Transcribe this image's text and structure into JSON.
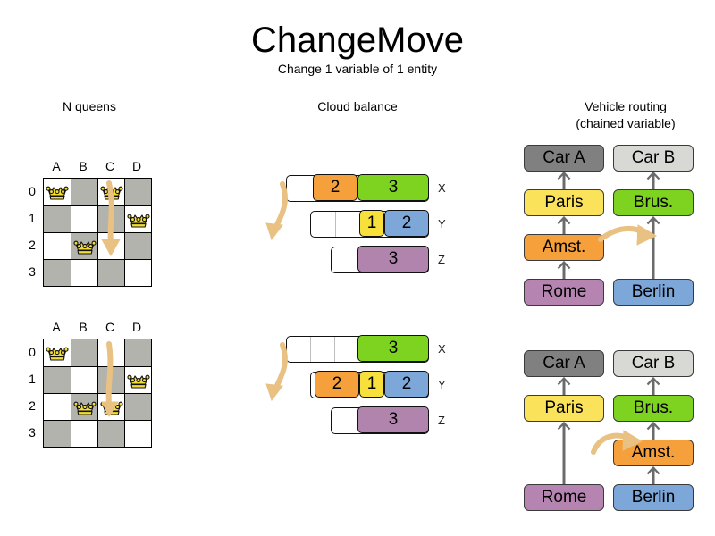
{
  "header": {
    "title": "ChangeMove",
    "subtitle": "Change 1 variable of 1 entity"
  },
  "columns": {
    "queens": "N queens",
    "cloud": "Cloud balance",
    "vehicle_line1": "Vehicle routing",
    "vehicle_line2": "(chained variable)"
  },
  "colors": {
    "orange": "#f6a03c",
    "green": "#7ed321",
    "yellow": "#f7e03c",
    "blue": "#7da7d9",
    "purple": "#b084ad",
    "paris_yellow": "#fbe25b",
    "rome_purple": "#b584b0",
    "car_a_gray": "#808080",
    "car_b_gray": "#d8d8d4",
    "board_gray": "#b3b3ad",
    "arrow": "#e8c183",
    "arrow_dark": "#cf9d44",
    "link_gray": "#6b6b6b"
  },
  "queens": {
    "files": [
      "A",
      "B",
      "C",
      "D"
    ],
    "ranks": [
      "0",
      "1",
      "2",
      "3"
    ],
    "before": {
      "positions": [
        {
          "file": 0,
          "rank": 0
        },
        {
          "file": 2,
          "rank": 0
        },
        {
          "file": 3,
          "rank": 1
        },
        {
          "file": 1,
          "rank": 2
        }
      ]
    },
    "after": {
      "positions": [
        {
          "file": 0,
          "rank": 0
        },
        {
          "file": 3,
          "rank": 1
        },
        {
          "file": 1,
          "rank": 2
        },
        {
          "file": 2,
          "rank": 2
        }
      ]
    },
    "move": {
      "from_file": 2,
      "from_rank": 0,
      "to_file": 2,
      "to_rank": 2
    }
  },
  "cloud": {
    "row_labels": [
      "X",
      "Y",
      "Z"
    ],
    "before": [
      {
        "label": "X",
        "segments": [
          {
            "value": "2",
            "color": "#f6a03c",
            "width": 50
          },
          {
            "value": "3",
            "color": "#7ed321",
            "width": 80
          }
        ],
        "free_width": 30,
        "dividers": []
      },
      {
        "label": "Y",
        "segments": [
          {
            "value": "1",
            "color": "#f7e03c",
            "width": 28
          },
          {
            "value": "2",
            "color": "#7da7d9",
            "width": 50
          }
        ],
        "free_width": 55,
        "dividers": [
          28
        ]
      },
      {
        "label": "Z",
        "segments": [
          {
            "value": "3",
            "color": "#b084ad",
            "width": 80
          }
        ],
        "free_width": 30,
        "dividers": []
      }
    ],
    "after": [
      {
        "label": "X",
        "segments": [
          {
            "value": "3",
            "color": "#7ed321",
            "width": 80
          }
        ],
        "free_width": 80,
        "dividers": [
          27,
          54
        ]
      },
      {
        "label": "Y",
        "segments": [
          {
            "value": "2",
            "color": "#f6a03c",
            "width": 50
          },
          {
            "value": "1",
            "color": "#f7e03c",
            "width": 28
          },
          {
            "value": "2",
            "color": "#7da7d9",
            "width": 50
          }
        ],
        "free_width": 5,
        "dividers": []
      },
      {
        "label": "Z",
        "segments": [
          {
            "value": "3",
            "color": "#b084ad",
            "width": 80
          }
        ],
        "free_width": 30,
        "dividers": []
      }
    ]
  },
  "vehicle": {
    "before": {
      "car_a": {
        "label": "Car A",
        "color": "#808080"
      },
      "car_b": {
        "label": "Car B",
        "color": "#d8d8d4"
      },
      "chain_a": [
        {
          "label": "Paris",
          "color": "#fbe25b"
        },
        {
          "label": "Amst.",
          "color": "#f6a03c"
        },
        {
          "label": "Rome",
          "color": "#b584b0"
        }
      ],
      "chain_b": [
        {
          "label": "Brus.",
          "color": "#7ed321"
        },
        {
          "label": "Berlin",
          "color": "#7da7d9"
        }
      ]
    },
    "after": {
      "car_a": {
        "label": "Car A",
        "color": "#808080"
      },
      "car_b": {
        "label": "Car B",
        "color": "#d8d8d4"
      },
      "chain_a": [
        {
          "label": "Paris",
          "color": "#fbe25b"
        },
        {
          "label": "Rome",
          "color": "#b584b0"
        }
      ],
      "chain_b": [
        {
          "label": "Brus.",
          "color": "#7ed321"
        },
        {
          "label": "Amst.",
          "color": "#f6a03c"
        },
        {
          "label": "Berlin",
          "color": "#7da7d9"
        }
      ]
    },
    "moved_entity": "Amst."
  }
}
